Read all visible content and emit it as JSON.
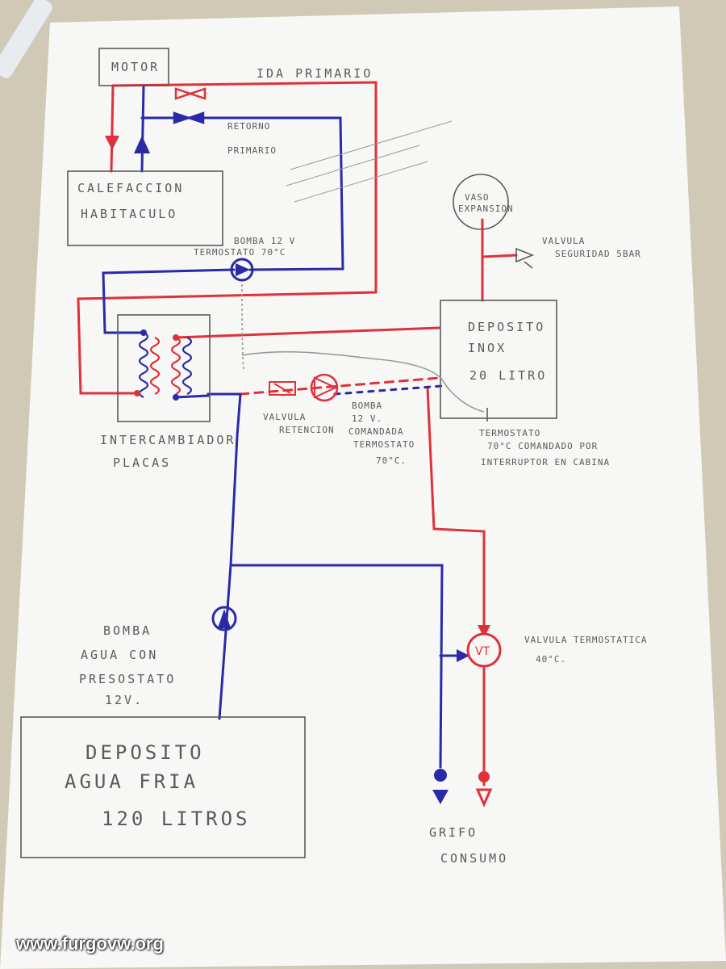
{
  "colors": {
    "hot": "#e0303a",
    "cold": "#2a2aa8",
    "pencil": "#5a5a5a",
    "paper": "#f7f7f5"
  },
  "labels": {
    "motor": "MOTOR",
    "ida_primario": "IDA PRIMARIO",
    "retorno_primario_1": "RETORNO",
    "retorno_primario_2": "PRIMARIO",
    "calefaccion_1": "CALEFACCION",
    "calefaccion_2": "HABITACULO",
    "bomba_primario_1": "BOMBA 12 V",
    "bomba_primario_2": "TERMOSTATO 70°C",
    "vaso_expansion_1": "VASO",
    "vaso_expansion_2": "EXPANSION",
    "valvula_seguridad_1": "VALVULA",
    "valvula_seguridad_2": "SEGURIDAD 5BAR",
    "deposito_inox_1": "DEPOSITO",
    "deposito_inox_2": "INOX",
    "deposito_inox_3": "20 LITRO",
    "intercambiador_1": "INTERCAMBIADOR",
    "intercambiador_2": "PLACAS",
    "valvula_retencion_1": "VALVULA",
    "valvula_retencion_2": "RETENCION",
    "bomba_secundario_1": "BOMBA",
    "bomba_secundario_2": "12 V.",
    "bomba_secundario_3": "COMANDADA",
    "bomba_secundario_4": "TERMOSTATO",
    "bomba_secundario_5": "70°C.",
    "termostato_deposito_1": "TERMOSTATO",
    "termostato_deposito_2": "70°C COMANDADO POR",
    "termostato_deposito_3": "INTERRUPTOR EN CABINA",
    "valvula_termostatica_1": "VALVULA TERMOSTATICA",
    "valvula_termostatica_2": "40°C.",
    "vt_symbol": "VT",
    "bomba_agua_1": "BOMBA",
    "bomba_agua_2": "AGUA CON",
    "bomba_agua_3": "PRESOSTATO",
    "bomba_agua_4": "12V.",
    "deposito_fria_1": "DEPOSITO",
    "deposito_fria_2": "AGUA FRIA",
    "deposito_fria_3": "120 LITROS",
    "grifo_1": "GRIFO",
    "grifo_2": "CONSUMO"
  },
  "watermark": "www.furgovw.org"
}
